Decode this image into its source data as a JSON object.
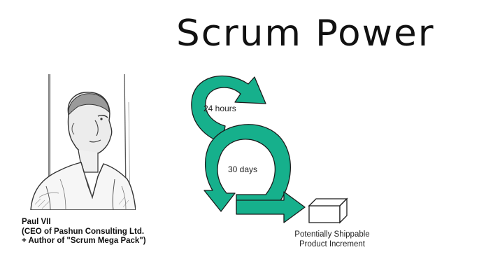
{
  "title": "Scrum Power",
  "caption": {
    "line1": "Paul VII",
    "line2": "(CEO of Pashun Consulting Ltd.",
    "line3": "+ Author of \"Scrum Mega Pack\")"
  },
  "diagram": {
    "daily_cycle_label": "24 hours",
    "sprint_cycle_label": "30 days",
    "output_line1": "Potentially Shippable",
    "output_line2": "Product Increment"
  },
  "colors": {
    "arrow_fill": "#16b08c",
    "outline": "#1a1a1a"
  }
}
